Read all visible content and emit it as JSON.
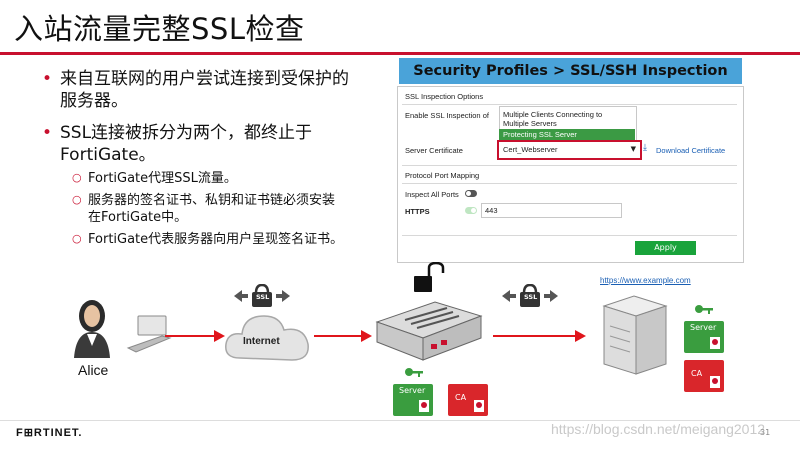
{
  "title": "入站流量完整SSL检查",
  "bullets": [
    {
      "line1": "来自互联网的用户尝试连接到受保护的",
      "line2": "服务器。"
    },
    {
      "line1": "SSL连接被拆分为两个，都终止于",
      "line2": "FortiGate。"
    }
  ],
  "sub_bullets": [
    {
      "line1": "FortiGate代理SSL流量。",
      "line2": ""
    },
    {
      "line1": "服务器的签名证书、私钥和证书链必须安装",
      "line2": "在FortiGate中。"
    },
    {
      "line1": "FortiGate代表服务器向用户呈现签名证书。",
      "line2": ""
    }
  ],
  "panel": {
    "header": "Security Profiles > SSL/SSH Inspection",
    "section1_title": "SSL Inspection Options",
    "enable_label": "Enable SSL Inspection of",
    "option1_line1": "Multiple Clients Connecting to",
    "option1_line2": "Multiple Servers",
    "option2": "Protecting SSL Server",
    "server_cert_label": "Server Certificate",
    "server_cert_value": "Cert_Webserver",
    "download_link": "Download Certificate",
    "section2_title": "Protocol Port Mapping",
    "inspect_all_label": "Inspect All Ports",
    "https_label": "HTTPS",
    "https_value": "443",
    "apply_label": "Apply"
  },
  "diagram": {
    "lock_left_label": "SSL",
    "lock_right_label": "SSL",
    "internet_label": "Internet",
    "user_label": "Alice",
    "url": "https://www.example.com",
    "server_cert_label": "Server",
    "ca_label": "CA",
    "fg_server_cert_label": "Server",
    "fg_ca_label": "CA"
  },
  "footer": {
    "brand": "F⊞RTINET.",
    "watermark": "https://blog.csdn.net/meigang2012",
    "page_number": "31"
  },
  "colors": {
    "accent_red": "#c8102e",
    "panel_blue": "#4aa3d9",
    "cert_green": "#3a9d3f",
    "cert_red": "#d9262b",
    "apply_green": "#19a33b"
  }
}
